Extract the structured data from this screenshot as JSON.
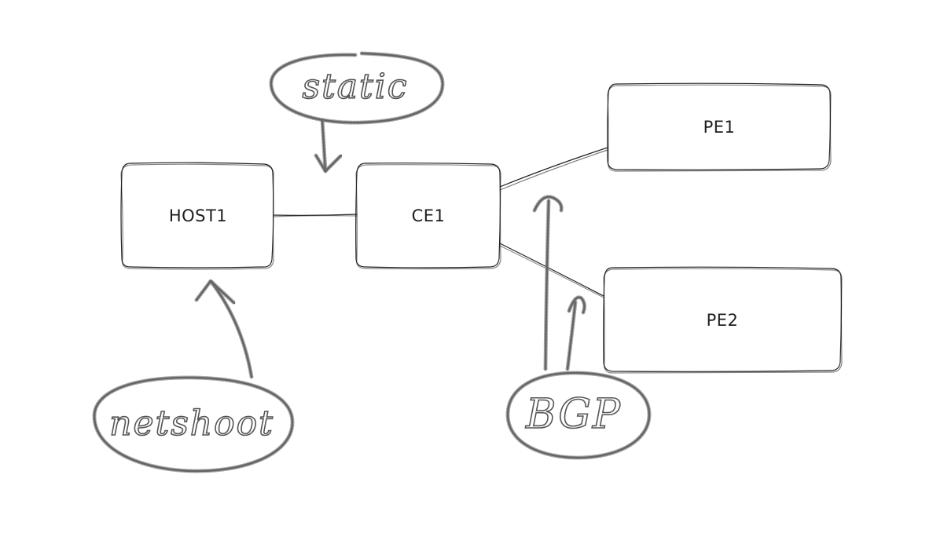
{
  "nodes": {
    "host1": "HOST1",
    "ce1": "CE1",
    "pe1": "PE1",
    "pe2": "PE2"
  },
  "annotations": {
    "static": "static",
    "netshoot": "netshoot",
    "bgp": "BGP"
  },
  "colors": {
    "background": "#ffffff",
    "stroke": "#1e1e1e",
    "annotation": "#555555"
  }
}
